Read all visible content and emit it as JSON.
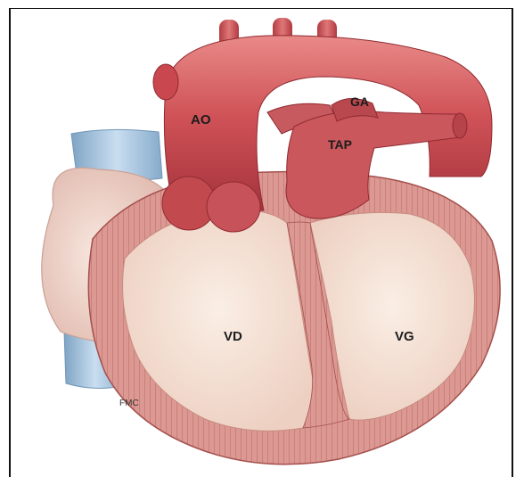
{
  "labels": {
    "ao": "AO",
    "ga": "GA",
    "tap": "TAP",
    "vd": "VD",
    "vg": "VG",
    "small_note": "FMC"
  },
  "colors": {
    "artery": "#c8454a",
    "artery_dark": "#9e2c33",
    "artery_light": "#e27f80",
    "vein": "#a9c7df",
    "vein_dark": "#6f95b8",
    "atrium": "#f1d9cf",
    "myocardium": "#d98f8a",
    "myocardium_dark": "#b9605d",
    "chamber": "#f6e6da",
    "label": "#1c1c1c"
  }
}
